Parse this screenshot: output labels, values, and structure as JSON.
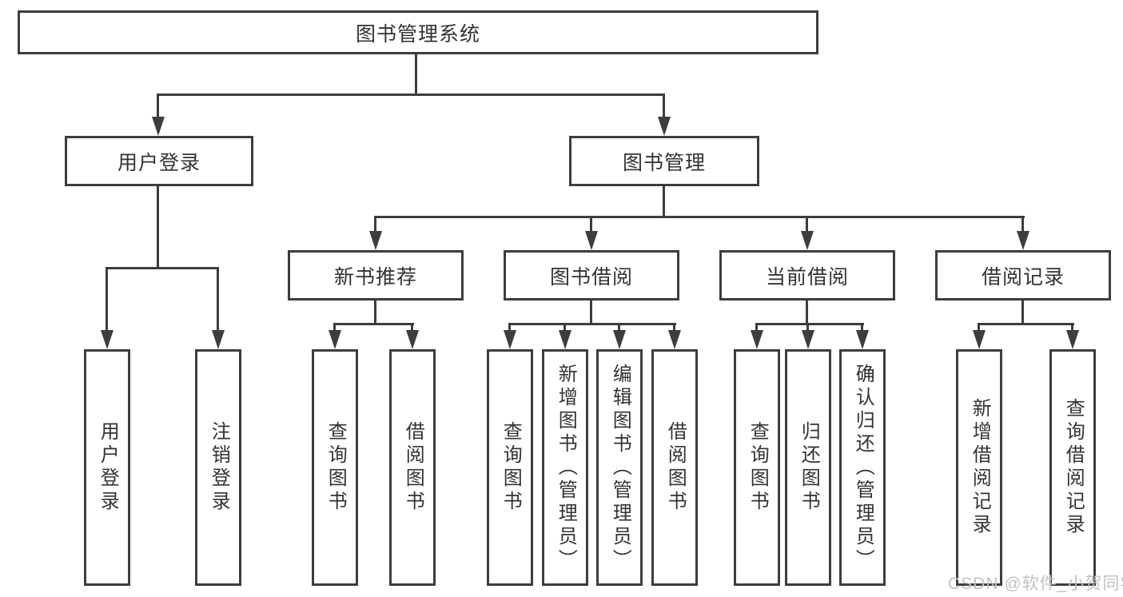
{
  "diagram": {
    "root": {
      "label": "图书管理系统"
    },
    "level2": [
      {
        "id": "user-login",
        "label": "用户登录"
      },
      {
        "id": "book-management",
        "label": "图书管理"
      }
    ],
    "level3": [
      {
        "id": "new-book-recommendation",
        "label": "新书推荐",
        "parent": "图书管理"
      },
      {
        "id": "book-borrowing",
        "label": "图书借阅",
        "parent": "图书管理"
      },
      {
        "id": "current-borrowing",
        "label": "当前借阅",
        "parent": "图书管理"
      },
      {
        "id": "borrowing-records",
        "label": "借阅记录",
        "parent": "图书管理"
      }
    ],
    "level4": [
      {
        "label": "用户登录",
        "parent": "用户登录"
      },
      {
        "label": "注销登录",
        "parent": "用户登录"
      },
      {
        "label": "查询图书",
        "parent": "新书推荐"
      },
      {
        "label": "借阅图书",
        "parent": "新书推荐"
      },
      {
        "label": "查询图书",
        "parent": "图书借阅"
      },
      {
        "label": "新增图书（管理员）",
        "parent": "图书借阅"
      },
      {
        "label": "编辑图书（管理员）",
        "parent": "图书借阅"
      },
      {
        "label": "借阅图书",
        "parent": "图书借阅"
      },
      {
        "label": "查询图书",
        "parent": "当前借阅"
      },
      {
        "label": "归还图书",
        "parent": "当前借阅"
      },
      {
        "label": "确认归还（管理员）",
        "parent": "当前借阅"
      },
      {
        "label": "新增借阅记录",
        "parent": "借阅记录"
      },
      {
        "label": "查询借阅记录",
        "parent": "借阅记录"
      }
    ],
    "colors": {
      "line": "#3d3d3d",
      "text": "#333333",
      "background": "#ffffff",
      "watermark": "#bfc3c7"
    }
  },
  "watermark": {
    "text": "CSDN @软件_小贺同学"
  }
}
